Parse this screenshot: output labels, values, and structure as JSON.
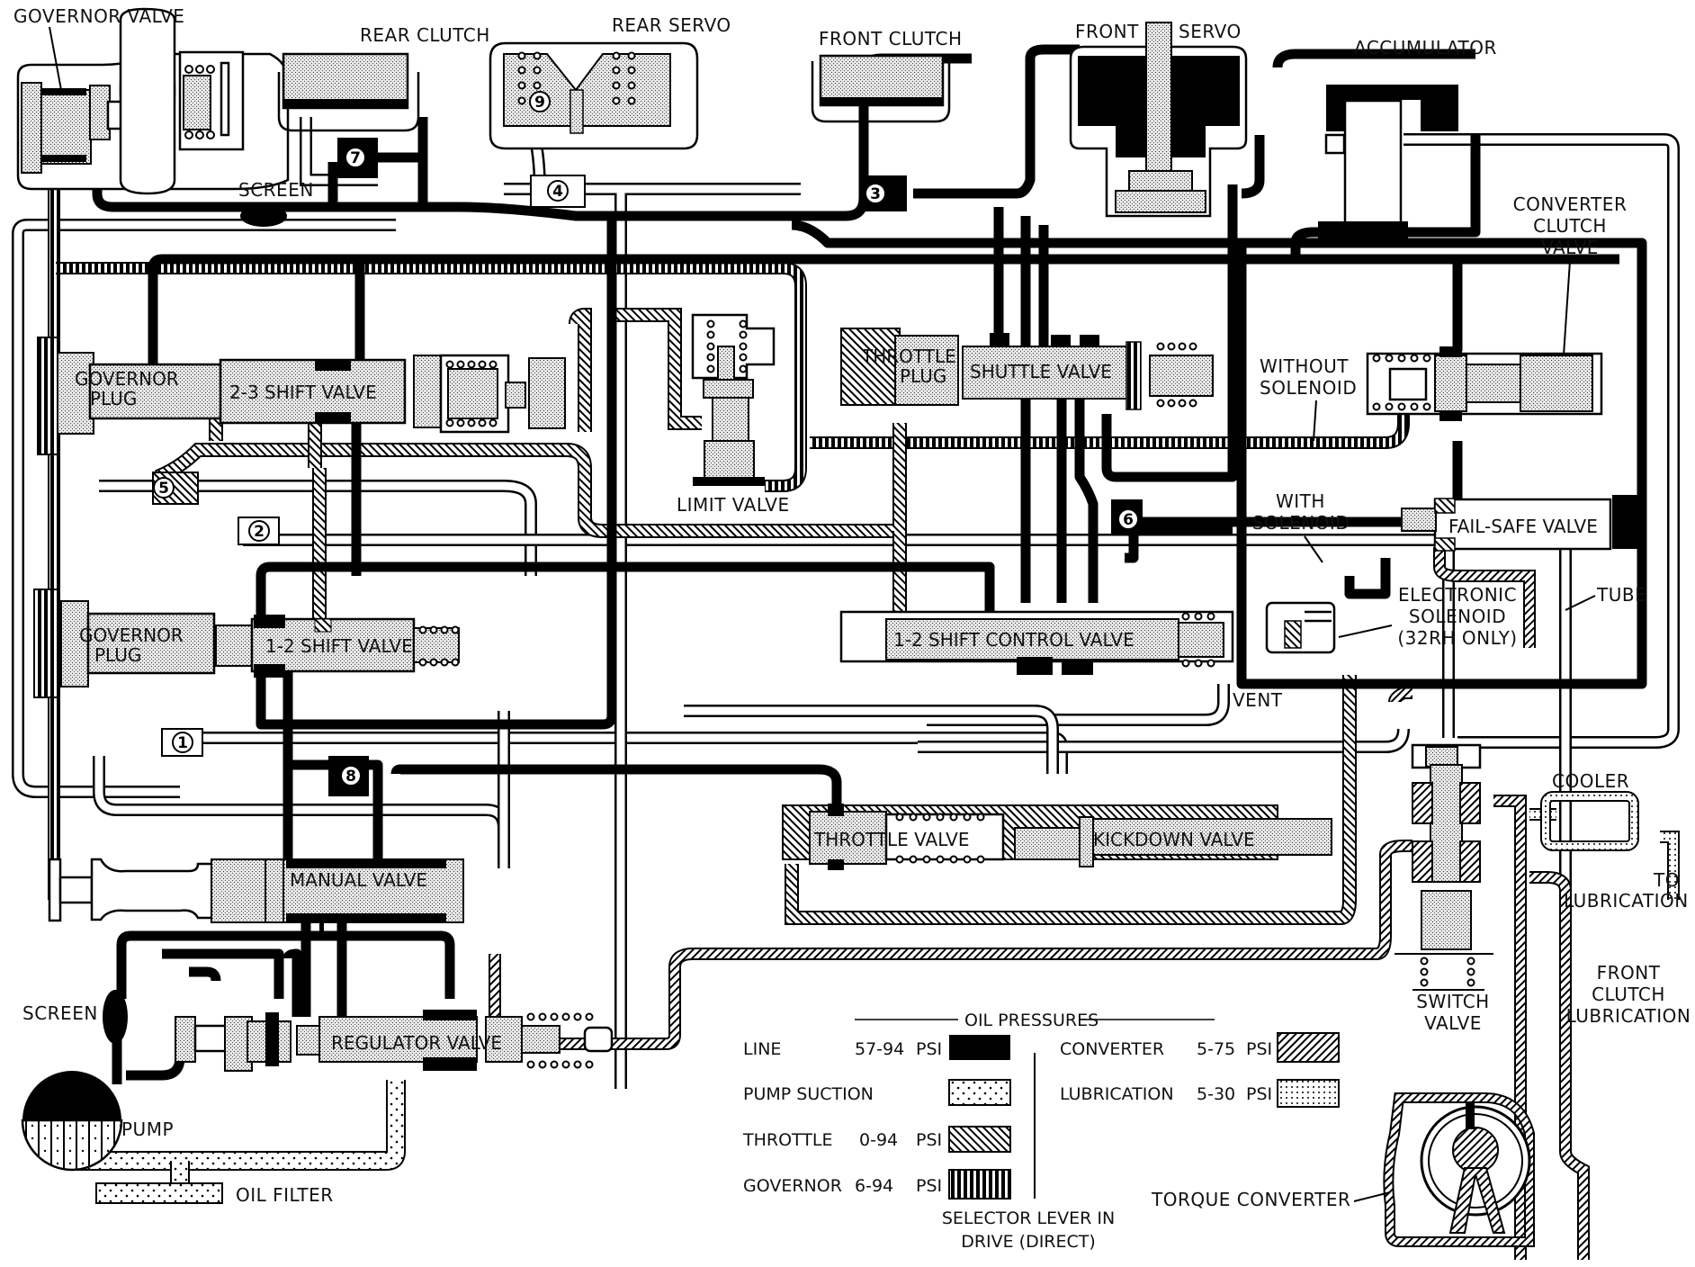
{
  "diagram": {
    "title": "Hydraulic Schematic",
    "caption": [
      "SELECTOR LEVER IN",
      "DRIVE (DIRECT)"
    ]
  },
  "components": {
    "governor_valve": "GOVERNOR VALVE",
    "rear_clutch": "REAR CLUTCH",
    "rear_servo": "REAR SERVO",
    "front_clutch": "FRONT CLUTCH",
    "front_servo_left": "FRONT",
    "front_servo_right": "SERVO",
    "accumulator": "ACCUMULATOR",
    "converter_clutch_valve": [
      "CONVERTER",
      "CLUTCH",
      "VALVE"
    ],
    "screen_top": "SCREEN",
    "governor_plug_upper": [
      "GOVERNOR",
      "PLUG"
    ],
    "shift_23": "2-3 SHIFT VALVE",
    "limit_valve": "LIMIT VALVE",
    "throttle_plug": [
      "THROTTLE",
      "PLUG"
    ],
    "shuttle_valve": "SHUTTLE VALVE",
    "without_solenoid": [
      "WITHOUT",
      "SOLENOID"
    ],
    "with_solenoid": [
      "WITH",
      "SOLENOID"
    ],
    "fail_safe_valve": "FAIL-SAFE VALVE",
    "electronic_solenoid": [
      "ELECTRONIC",
      "SOLENOID",
      "(32RH ONLY)"
    ],
    "tube": "TUBE",
    "governor_plug_lower": [
      "GOVERNOR",
      "PLUG"
    ],
    "shift_12": "1-2 SHIFT VALVE",
    "shift_control_12": "1-2 SHIFT CONTROL VALVE",
    "vent": "VENT",
    "manual_valve": "MANUAL VALVE",
    "throttle_valve": "THROTTLE VALVE",
    "kickdown_valve": "KICKDOWN VALVE",
    "cooler": "COOLER",
    "to_lubrication": [
      "TO",
      "LUBRICATION"
    ],
    "switch_valve": [
      "SWITCH",
      "VALVE"
    ],
    "front_clutch_lubrication": [
      "FRONT",
      "CLUTCH",
      "LUBRICATION"
    ],
    "screen_bottom": "SCREEN",
    "regulator_valve": "REGULATOR VALVE",
    "pump": "PUMP",
    "oil_filter": "OIL FILTER",
    "torque_converter": "TORQUE CONVERTER"
  },
  "check_balls": [
    "1",
    "2",
    "3",
    "4",
    "5",
    "6",
    "7",
    "8",
    "9"
  ],
  "legend": {
    "title": "OIL PRESSURES",
    "left": [
      {
        "name": "LINE",
        "range": "57-94",
        "unit": "PSI",
        "pattern": "solid-black"
      },
      {
        "name": "PUMP SUCTION",
        "range": "",
        "unit": "",
        "pattern": "sparse-dots"
      },
      {
        "name": "THROTTLE",
        "range": "0-94",
        "unit": "PSI",
        "pattern": "diagonal-hatch-right"
      },
      {
        "name": "GOVERNOR",
        "range": "6-94",
        "unit": "PSI",
        "pattern": "vertical-bars"
      }
    ],
    "right": [
      {
        "name": "CONVERTER",
        "range": "5-75",
        "unit": "PSI",
        "pattern": "diagonal-hatch-left"
      },
      {
        "name": "LUBRICATION",
        "range": "5-30",
        "unit": "PSI",
        "pattern": "dense-dots"
      }
    ]
  },
  "colors": {
    "ink": "#000000",
    "paper": "#ffffff",
    "stipple": "#bdbdbd"
  }
}
